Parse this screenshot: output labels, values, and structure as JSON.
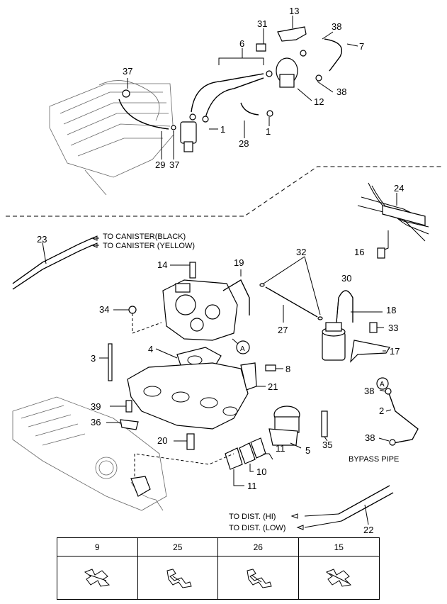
{
  "callouts": {
    "n1a": "1",
    "n1b": "1",
    "n2": "2",
    "n3": "3",
    "n4": "4",
    "n5": "5",
    "n6": "6",
    "n7": "7",
    "n8": "8",
    "n10": "10",
    "n11a": "11",
    "n11b": "11",
    "n12": "12",
    "n13": "13",
    "n14": "14",
    "n16": "16",
    "n17": "17",
    "n18": "18",
    "n19": "19",
    "n20": "20",
    "n21": "21",
    "n22": "22",
    "n23": "23",
    "n24": "24",
    "n27": "27",
    "n28": "28",
    "n29": "29",
    "n30": "30",
    "n31": "31",
    "n32": "32",
    "n33": "33",
    "n34": "34",
    "n35": "35",
    "n36": "36",
    "n37a": "37",
    "n37b": "37",
    "n38a": "38",
    "n38b": "38",
    "n38c": "38",
    "n38d": "38",
    "n39": "39",
    "markerA1": "A",
    "markerA2": "A"
  },
  "labels": {
    "canister_black": "TO CANISTER(BLACK)",
    "canister_yellow": "TO CANISTER (YELLOW)",
    "bypass_pipe": "BYPASS PIPE",
    "dist_hi": "TO DIST. (HI)",
    "dist_low": "TO DIST. (LOW)"
  },
  "clip_table": {
    "headers": [
      "9",
      "25",
      "26",
      "15"
    ]
  }
}
